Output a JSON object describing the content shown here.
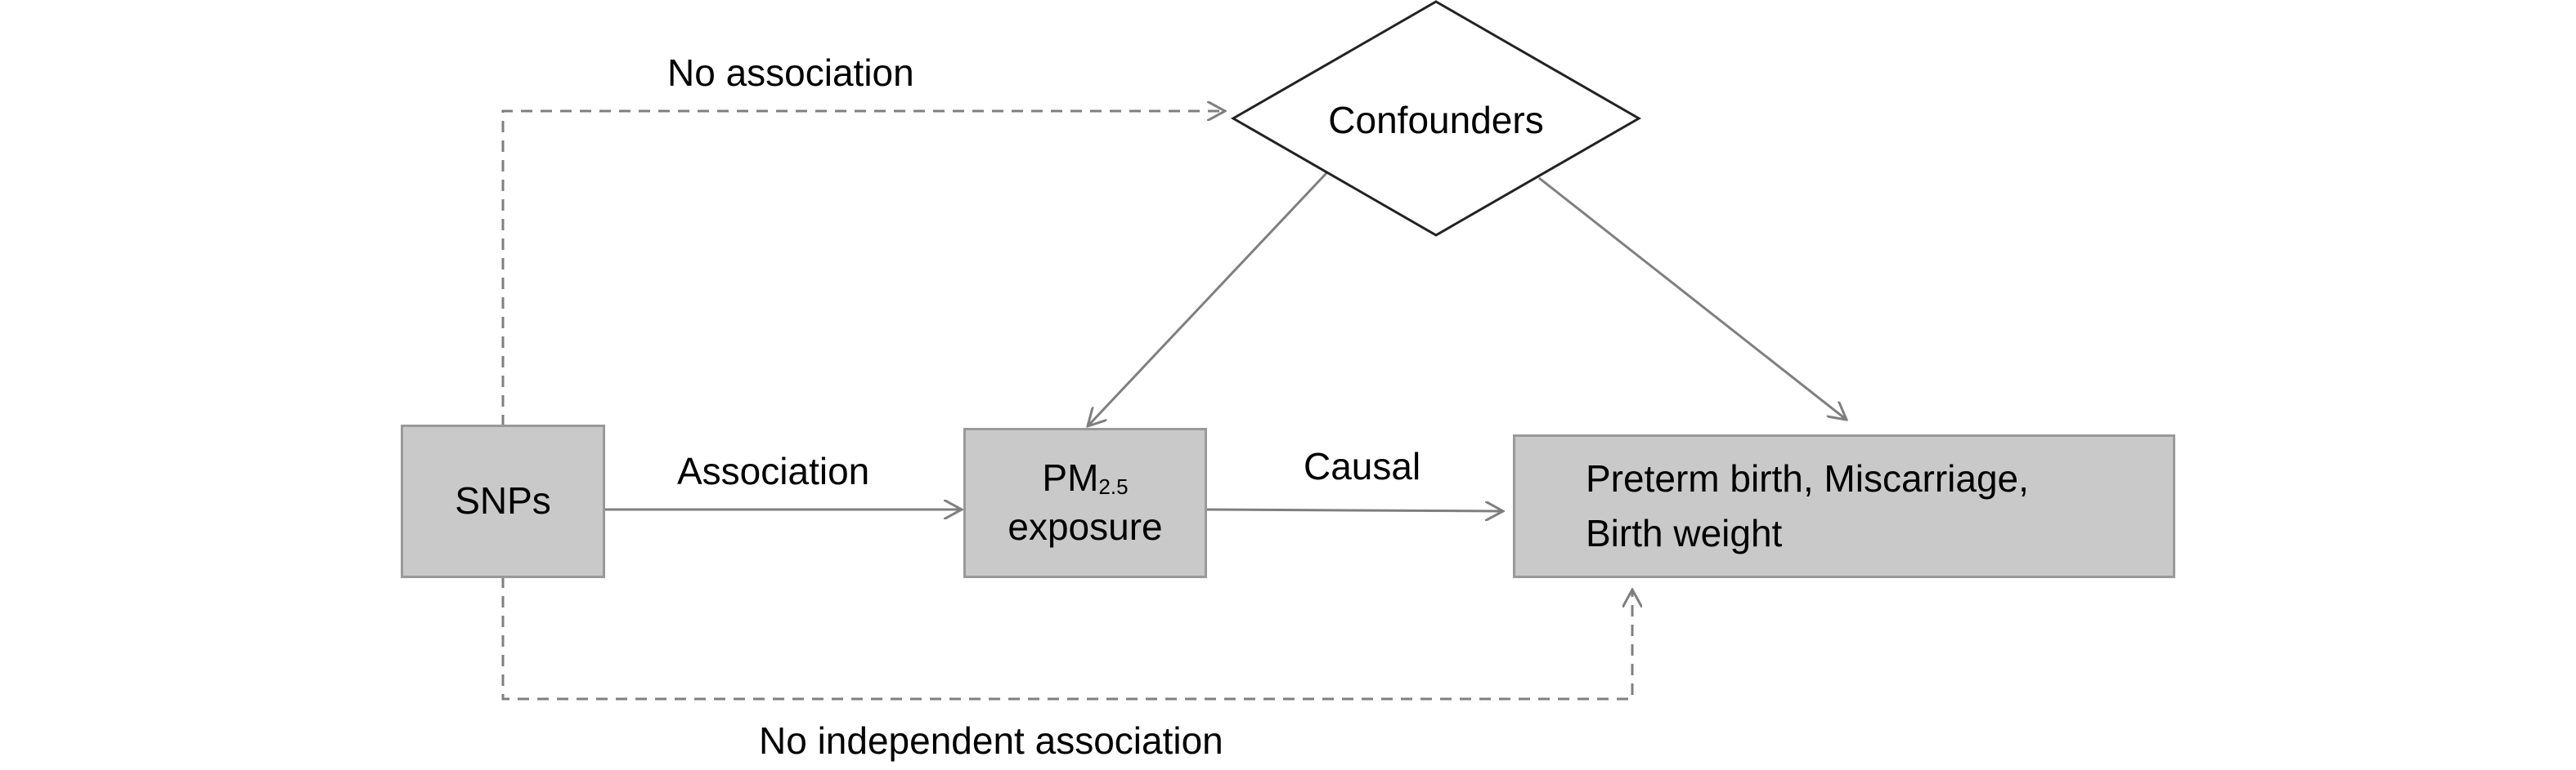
{
  "nodes": {
    "snps": {
      "label": "SNPs"
    },
    "pm": {
      "label_main": "PM",
      "label_sub": "2.5",
      "label_line2": "exposure"
    },
    "outcome": {
      "line1": "Preterm birth, Miscarriage,",
      "line2": "Birth weight"
    },
    "confounders": {
      "label": "Confounders"
    }
  },
  "edges": {
    "snps_to_pm": {
      "label": "Association",
      "style": "solid"
    },
    "pm_to_outcome": {
      "label": "Causal",
      "style": "solid"
    },
    "snps_to_confounders": {
      "label": "No association",
      "style": "dashed"
    },
    "snps_to_outcome": {
      "label": "No independent association",
      "style": "dashed"
    },
    "confounders_to_pm": {
      "label": "",
      "style": "solid"
    },
    "confounders_to_outcome": {
      "label": "",
      "style": "solid"
    }
  },
  "colors": {
    "box_fill": "#c9c9c9",
    "box_border": "#999999",
    "edge": "#7f7f7f",
    "diamond_stroke": "#222222",
    "text": "#000000"
  }
}
